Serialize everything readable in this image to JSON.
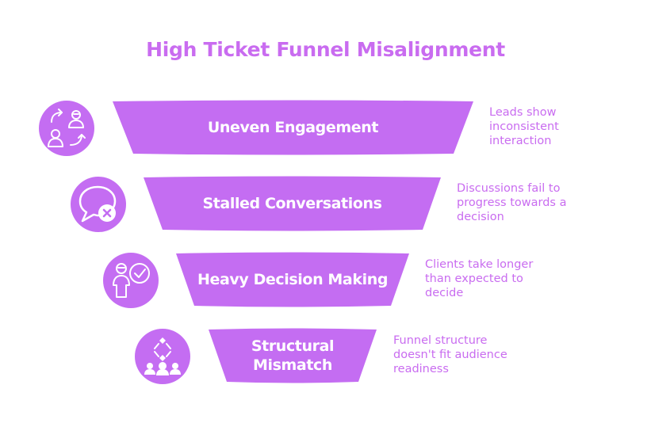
{
  "title": "High Ticket Funnel Misalignment",
  "colors": {
    "primary": "#c46df2",
    "title_text": "#c96cf0",
    "band_text": "#ffffff"
  },
  "stages": [
    {
      "label": "Uneven Engagement",
      "description": "Leads show inconsistent interaction",
      "icon": "engagement-icon"
    },
    {
      "label": "Stalled Conversations",
      "description": "Discussions fail to progress towards a decision",
      "icon": "chat-bubble-x-icon"
    },
    {
      "label": "Heavy Decision Making",
      "description": "Clients take longer than expected to decide",
      "icon": "person-check-icon"
    },
    {
      "label_line1": "Structural",
      "label_line2": "Mismatch",
      "description": "Funnel structure doesn't fit audience readiness",
      "icon": "hierarchy-people-icon"
    }
  ]
}
